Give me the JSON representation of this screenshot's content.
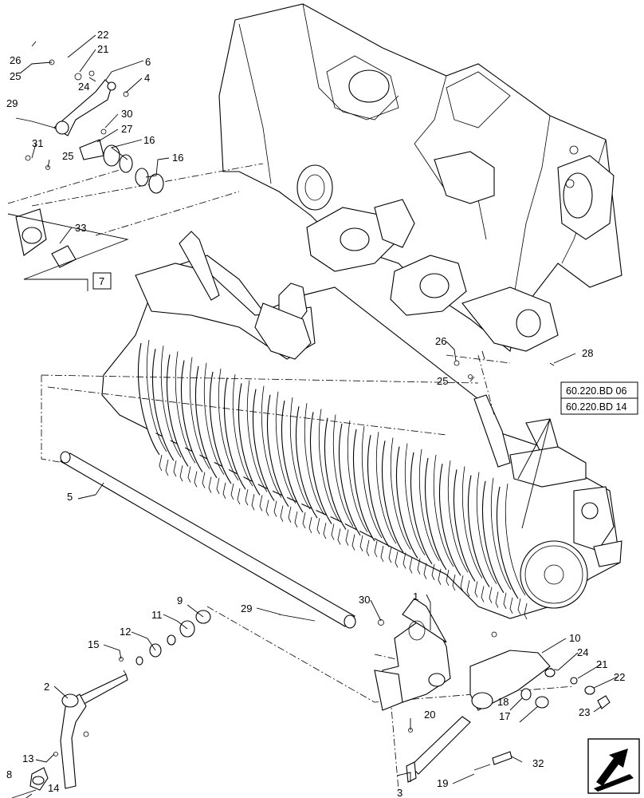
{
  "callouts": {
    "c1": "1",
    "c2": "2",
    "c3": "3",
    "c4": "4",
    "c5": "5",
    "c6": "6",
    "c7": "7",
    "c8": "8",
    "c9": "9",
    "c10": "10",
    "c11": "11",
    "c12": "12",
    "c13": "13",
    "c14": "14",
    "c15": "15",
    "c16a": "16",
    "c16b": "16",
    "c17": "17",
    "c18": "18",
    "c19": "19",
    "c20": "20",
    "c21a": "21",
    "c21b": "21",
    "c22a": "22",
    "c22b": "22",
    "c23": "23",
    "c24a": "24",
    "c24b": "24",
    "c25a": "25",
    "c25b": "25",
    "c25c": "25",
    "c26a": "26",
    "c26b": "26",
    "c27": "27",
    "c28": "28",
    "c29a": "29",
    "c29b": "29",
    "c30a": "30",
    "c30b": "30",
    "c31": "31",
    "c32": "32",
    "c33": "33"
  },
  "references": {
    "ref1": "60.220.BD 06",
    "ref2": "60.220.BD 14"
  },
  "icons": {
    "corner": "orientation-arrow-icon"
  }
}
